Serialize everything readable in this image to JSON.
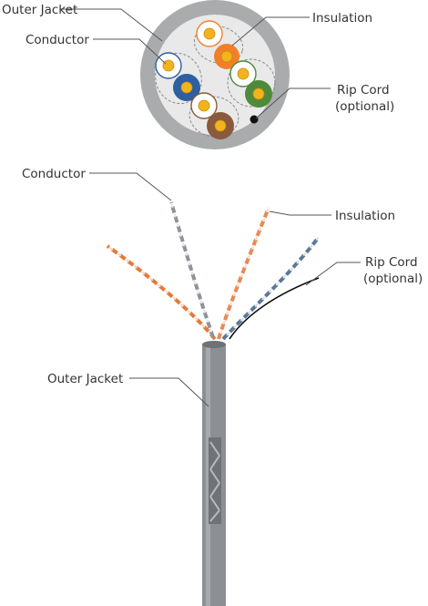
{
  "cross_section": {
    "labels": {
      "outer_jacket": "Outer Jacket",
      "conductor": "Conductor",
      "insulation": "Insulation",
      "rip_cord_line1": "Rip Cord",
      "rip_cord_line2": "(optional)"
    }
  },
  "cable_view": {
    "labels": {
      "conductor": "Conductor",
      "insulation": "Insulation",
      "rip_cord_line1": "Rip Cord",
      "rip_cord_line2": "(optional)",
      "outer_jacket": "Outer Jacket"
    }
  },
  "colors": {
    "jacket": "#a9abad",
    "jacket_inner": "#e9e9ea",
    "conductor": "#f2b41c",
    "orange": "#f07f2a",
    "blue": "#2e5fa0",
    "green": "#4e8a3a",
    "brown": "#8a5a3c",
    "rip_cord": "#111111"
  }
}
